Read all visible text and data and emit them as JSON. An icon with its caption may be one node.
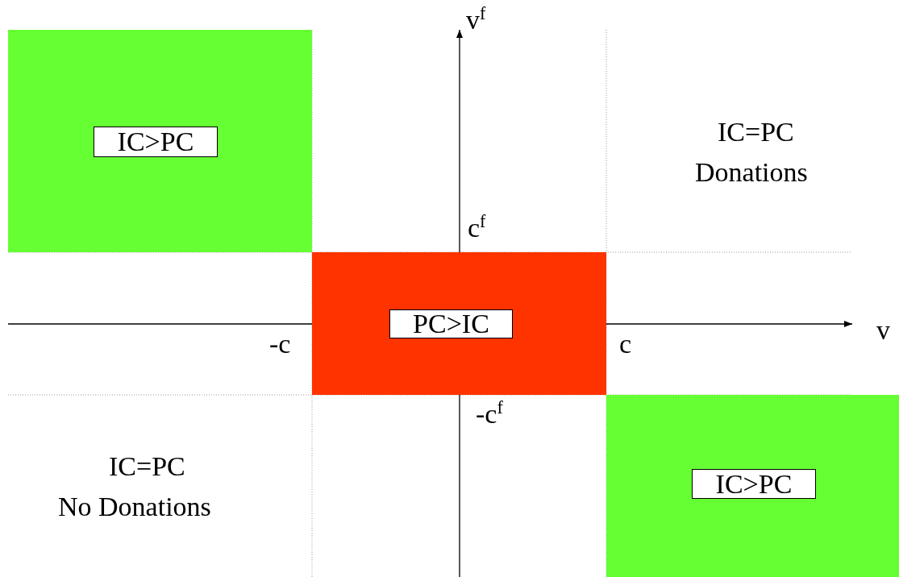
{
  "diagram": {
    "nodes": [
      {
        "text": [],
        "shape": "box"
      },
      {
        "text": [
          "IC>PC"
        ],
        "in": 0
      },
      {
        "text": [],
        "shape": "box"
      },
      {
        "text": [
          "PC>IC"
        ],
        "in": 2
      },
      {
        "text": [],
        "shape": "box"
      },
      {
        "text": [
          "IC>PC"
        ],
        "in": 4
      }
    ],
    "labels": [
      "v$^{f}$",
      "IC=PC",
      "Donations",
      "c$^{f}$",
      "-c",
      "c",
      "v",
      "-c$^{f}$",
      "IC=PC",
      "No Donations"
    ]
  }
}
